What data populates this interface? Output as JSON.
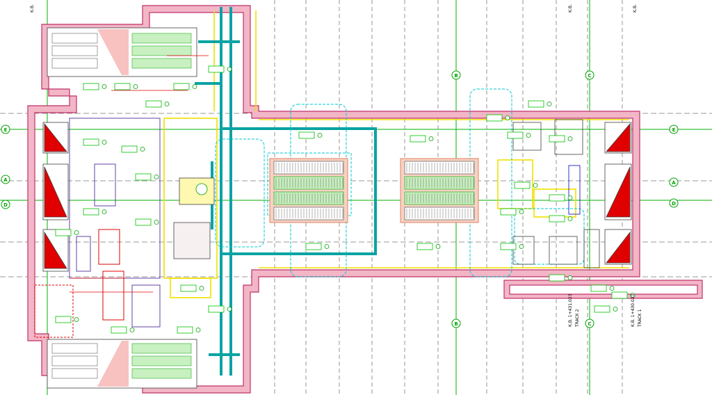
{
  "colors": {
    "wall_fill": "#f2b6c6",
    "wall_stroke": "#c0306a",
    "cyan": "#00c8d0",
    "teal": "#0aa3a3",
    "green": "#00c000",
    "yellow": "#f0e000",
    "gridline": "#7a7a7a",
    "red": "#e00000",
    "magenta": "#d000d0",
    "background": "#ffffff"
  },
  "grid_bubbles": {
    "left": [
      "E",
      "A",
      "D"
    ],
    "right": [
      "E",
      "A",
      "D"
    ],
    "top": [
      "B",
      "C"
    ],
    "bottom": [
      "B",
      "C"
    ]
  },
  "chainage_labels": [
    {
      "label": "K.B. 1+431.023"
    },
    {
      "label": "TRACK 2"
    },
    {
      "label": "K.B. 1+430.023"
    },
    {
      "label": "TRACK 1"
    }
  ],
  "edge_labels": [
    "K.B.",
    "K.B.",
    "K.B."
  ]
}
